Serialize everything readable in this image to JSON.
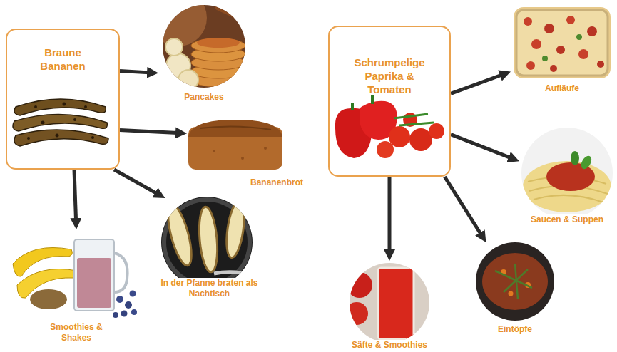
{
  "diagram": {
    "nodes": [
      {
        "text": [
          "Braune Bananen"
        ]
      },
      {
        "text": [
          "Pancakes"
        ]
      },
      {
        "text": [
          "Bananenbrot"
        ]
      },
      {
        "text": [
          "Smoothies & Shakes"
        ]
      },
      {
        "text": [
          "In der Pfanne braten als Nachtisch"
        ]
      },
      {
        "text": [
          "Schrumpelige Paprika & Tomaten"
        ]
      },
      {
        "text": [
          "Aufläufe"
        ]
      },
      {
        "text": [
          "Saucen & Suppen"
        ]
      },
      {
        "text": [
          "Säfte & Smoothies"
        ]
      },
      {
        "text": [
          "Eintöpfe"
        ]
      }
    ],
    "edges": [
      {
        "from": 0,
        "to": 1,
        "arrow": "to"
      },
      {
        "from": 0,
        "to": 2,
        "arrow": "to"
      },
      {
        "from": 0,
        "to": 3,
        "arrow": "to"
      },
      {
        "from": 0,
        "to": 4,
        "arrow": "to"
      },
      {
        "from": 5,
        "to": 6,
        "arrow": "to"
      },
      {
        "from": 5,
        "to": 7,
        "arrow": "to"
      },
      {
        "from": 5,
        "to": 8,
        "arrow": "to"
      },
      {
        "from": 5,
        "to": 9,
        "arrow": "to"
      }
    ]
  }
}
